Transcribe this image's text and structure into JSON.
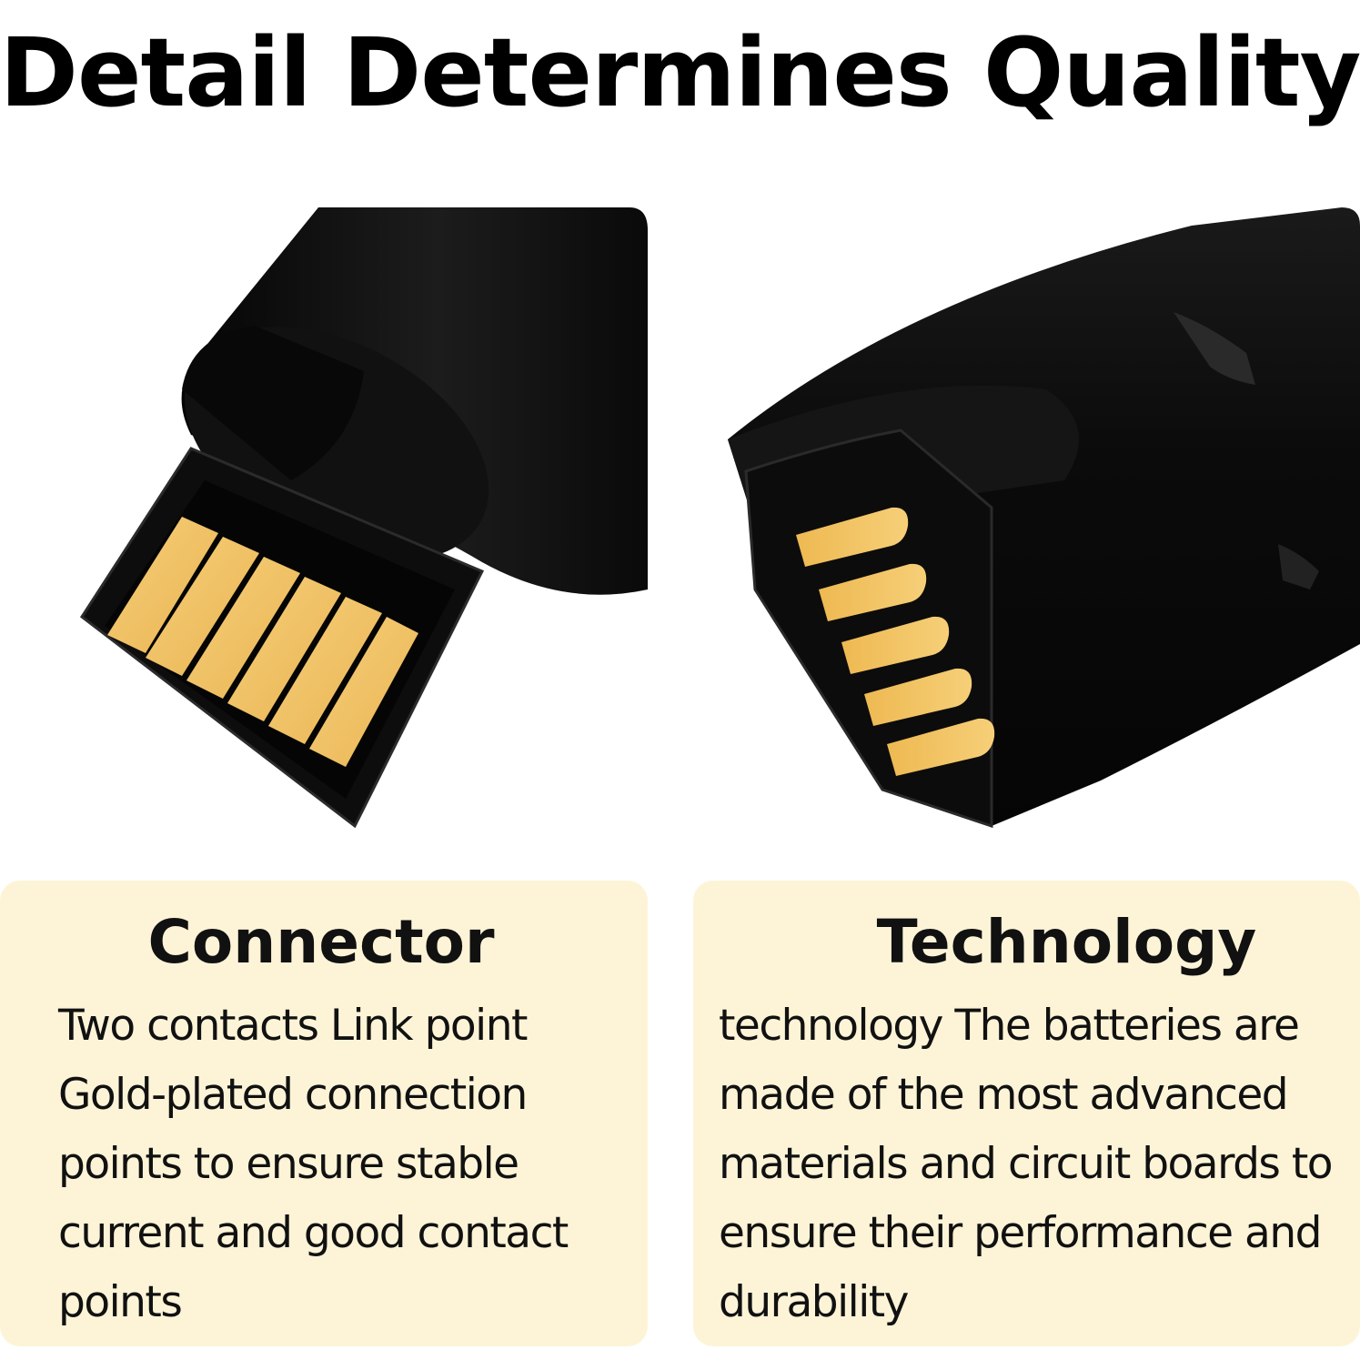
{
  "headline": "Detail Determines Quality",
  "panels": [
    {
      "title": "Connector",
      "body": "Two contacts Link point Gold-plated connection points to ensure stable current and good contact points"
    },
    {
      "title": "Technology",
      "body": "technology The batteries are made of the most advanced materials and circuit boards to ensure their performance and durability"
    }
  ],
  "colors": {
    "background": "#ffffff",
    "card": "#fdf4d7",
    "battery": "#0b0b0b",
    "gold": "#f3c868"
  },
  "images": [
    {
      "icon": "battery-connector-closeup",
      "contacts": 6
    },
    {
      "icon": "battery-side-contacts-closeup",
      "contacts": 5
    }
  ]
}
